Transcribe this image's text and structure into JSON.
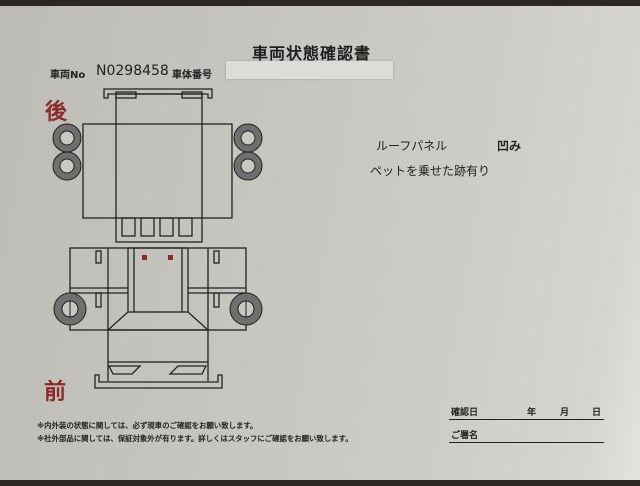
{
  "form": {
    "title": "車両状態確認書",
    "vehicle_no_label": "車両No",
    "vehicle_no_value": "N0298458",
    "body_no_label": "車体番号",
    "rear_label": "後",
    "front_label": "前"
  },
  "notes": {
    "line1_part": "ルーフパネル",
    "line1_condition": "凹み",
    "line2": "ペットを乗せた跡有り"
  },
  "disclaimers": [
    "※内外装の状態に関しては、必ず現車のご確認をお願い致します。",
    "※社外部品に関しては、保証対象外が有ります。詳しくはスタッフにご確認をお願い致します。"
  ],
  "signature": {
    "date_label": "確認日",
    "year": "年",
    "month": "月",
    "day": "日",
    "name_label": "ご署名"
  },
  "colors": {
    "accent_red": "#8b2a2a",
    "line": "#222222",
    "tire": "#6f6f6f"
  }
}
